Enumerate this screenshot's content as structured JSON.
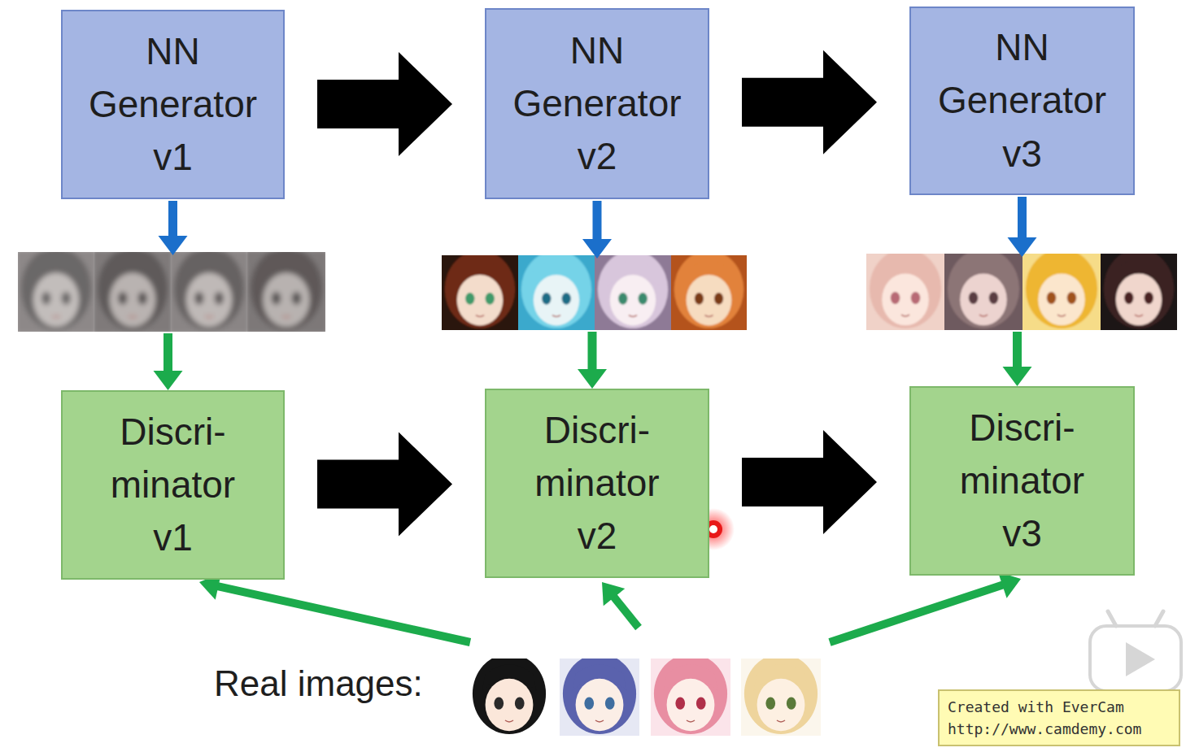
{
  "diagram": {
    "nodes": [
      {
        "text": [
          "NN Generator v1"
        ]
      },
      {
        "text": [
          "NN Generator v2"
        ]
      },
      {
        "text": [
          "NN Generator v3"
        ]
      },
      {
        "text": [
          "Discri- minator v1"
        ]
      },
      {
        "text": [
          "Discri- minator v2"
        ]
      },
      {
        "text": [
          "Discri- minator v3"
        ]
      }
    ],
    "edges": [
      {
        "from": 0,
        "to": 1,
        "arrow": "to"
      },
      {
        "from": 1,
        "to": 2,
        "arrow": "to"
      },
      {
        "from": 3,
        "to": 4,
        "arrow": "to"
      },
      {
        "from": 4,
        "to": 5,
        "arrow": "to"
      },
      {
        "from": 0,
        "to": 3,
        "arrow": "to"
      },
      {
        "from": 1,
        "to": 4,
        "arrow": "to"
      },
      {
        "from": 2,
        "to": 5,
        "arrow": "to"
      }
    ],
    "labels": [
      "Real images:",
      "Created with EverCam",
      "http://www.camdemy.com"
    ]
  }
}
